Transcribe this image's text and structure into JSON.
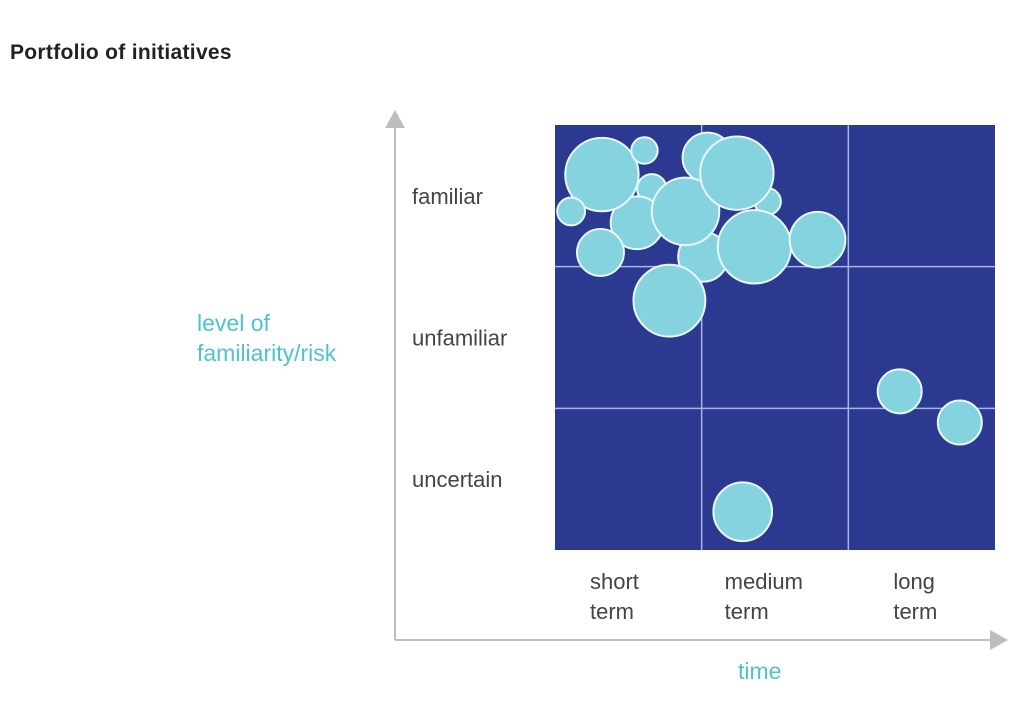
{
  "chart_data": {
    "type": "scatter",
    "title": "Portfolio of initiatives",
    "xlabel": "time",
    "ylabel": "level of familiarity/risk",
    "x_categories": [
      [
        "short",
        "term"
      ],
      [
        "medium",
        "term"
      ],
      [
        "long",
        "term"
      ]
    ],
    "y_categories": [
      "uncertain",
      "unfamiliar",
      "familiar"
    ],
    "xlim": [
      0,
      3
    ],
    "ylim": [
      0,
      3
    ],
    "grid": true,
    "colors": {
      "background": "#2b3990",
      "bubble": "#85d3de",
      "bubble_stroke": "#e8f6f8",
      "grid": "#a9b4e6",
      "axis": "#bdbdbd",
      "accent": "#4cc3d3"
    },
    "bubbles": [
      {
        "x": 0.66,
        "y": 2.55,
        "size": 0.1
      },
      {
        "x": 1.04,
        "y": 2.77,
        "size": 0.17
      },
      {
        "x": 1.45,
        "y": 2.46,
        "size": 0.09
      },
      {
        "x": 1.01,
        "y": 2.07,
        "size": 0.17
      },
      {
        "x": 0.56,
        "y": 2.31,
        "size": 0.18
      },
      {
        "x": 0.32,
        "y": 2.65,
        "size": 0.25
      },
      {
        "x": 0.61,
        "y": 2.82,
        "size": 0.09
      },
      {
        "x": 0.11,
        "y": 2.39,
        "size": 0.095
      },
      {
        "x": 0.31,
        "y": 2.1,
        "size": 0.16
      },
      {
        "x": 0.89,
        "y": 2.39,
        "size": 0.23
      },
      {
        "x": 1.24,
        "y": 2.66,
        "size": 0.25
      },
      {
        "x": 1.36,
        "y": 2.14,
        "size": 0.25
      },
      {
        "x": 1.79,
        "y": 2.19,
        "size": 0.19
      },
      {
        "x": 0.78,
        "y": 1.76,
        "size": 0.245
      },
      {
        "x": 2.35,
        "y": 1.12,
        "size": 0.15
      },
      {
        "x": 2.76,
        "y": 0.9,
        "size": 0.15
      },
      {
        "x": 1.28,
        "y": 0.27,
        "size": 0.2
      }
    ]
  }
}
